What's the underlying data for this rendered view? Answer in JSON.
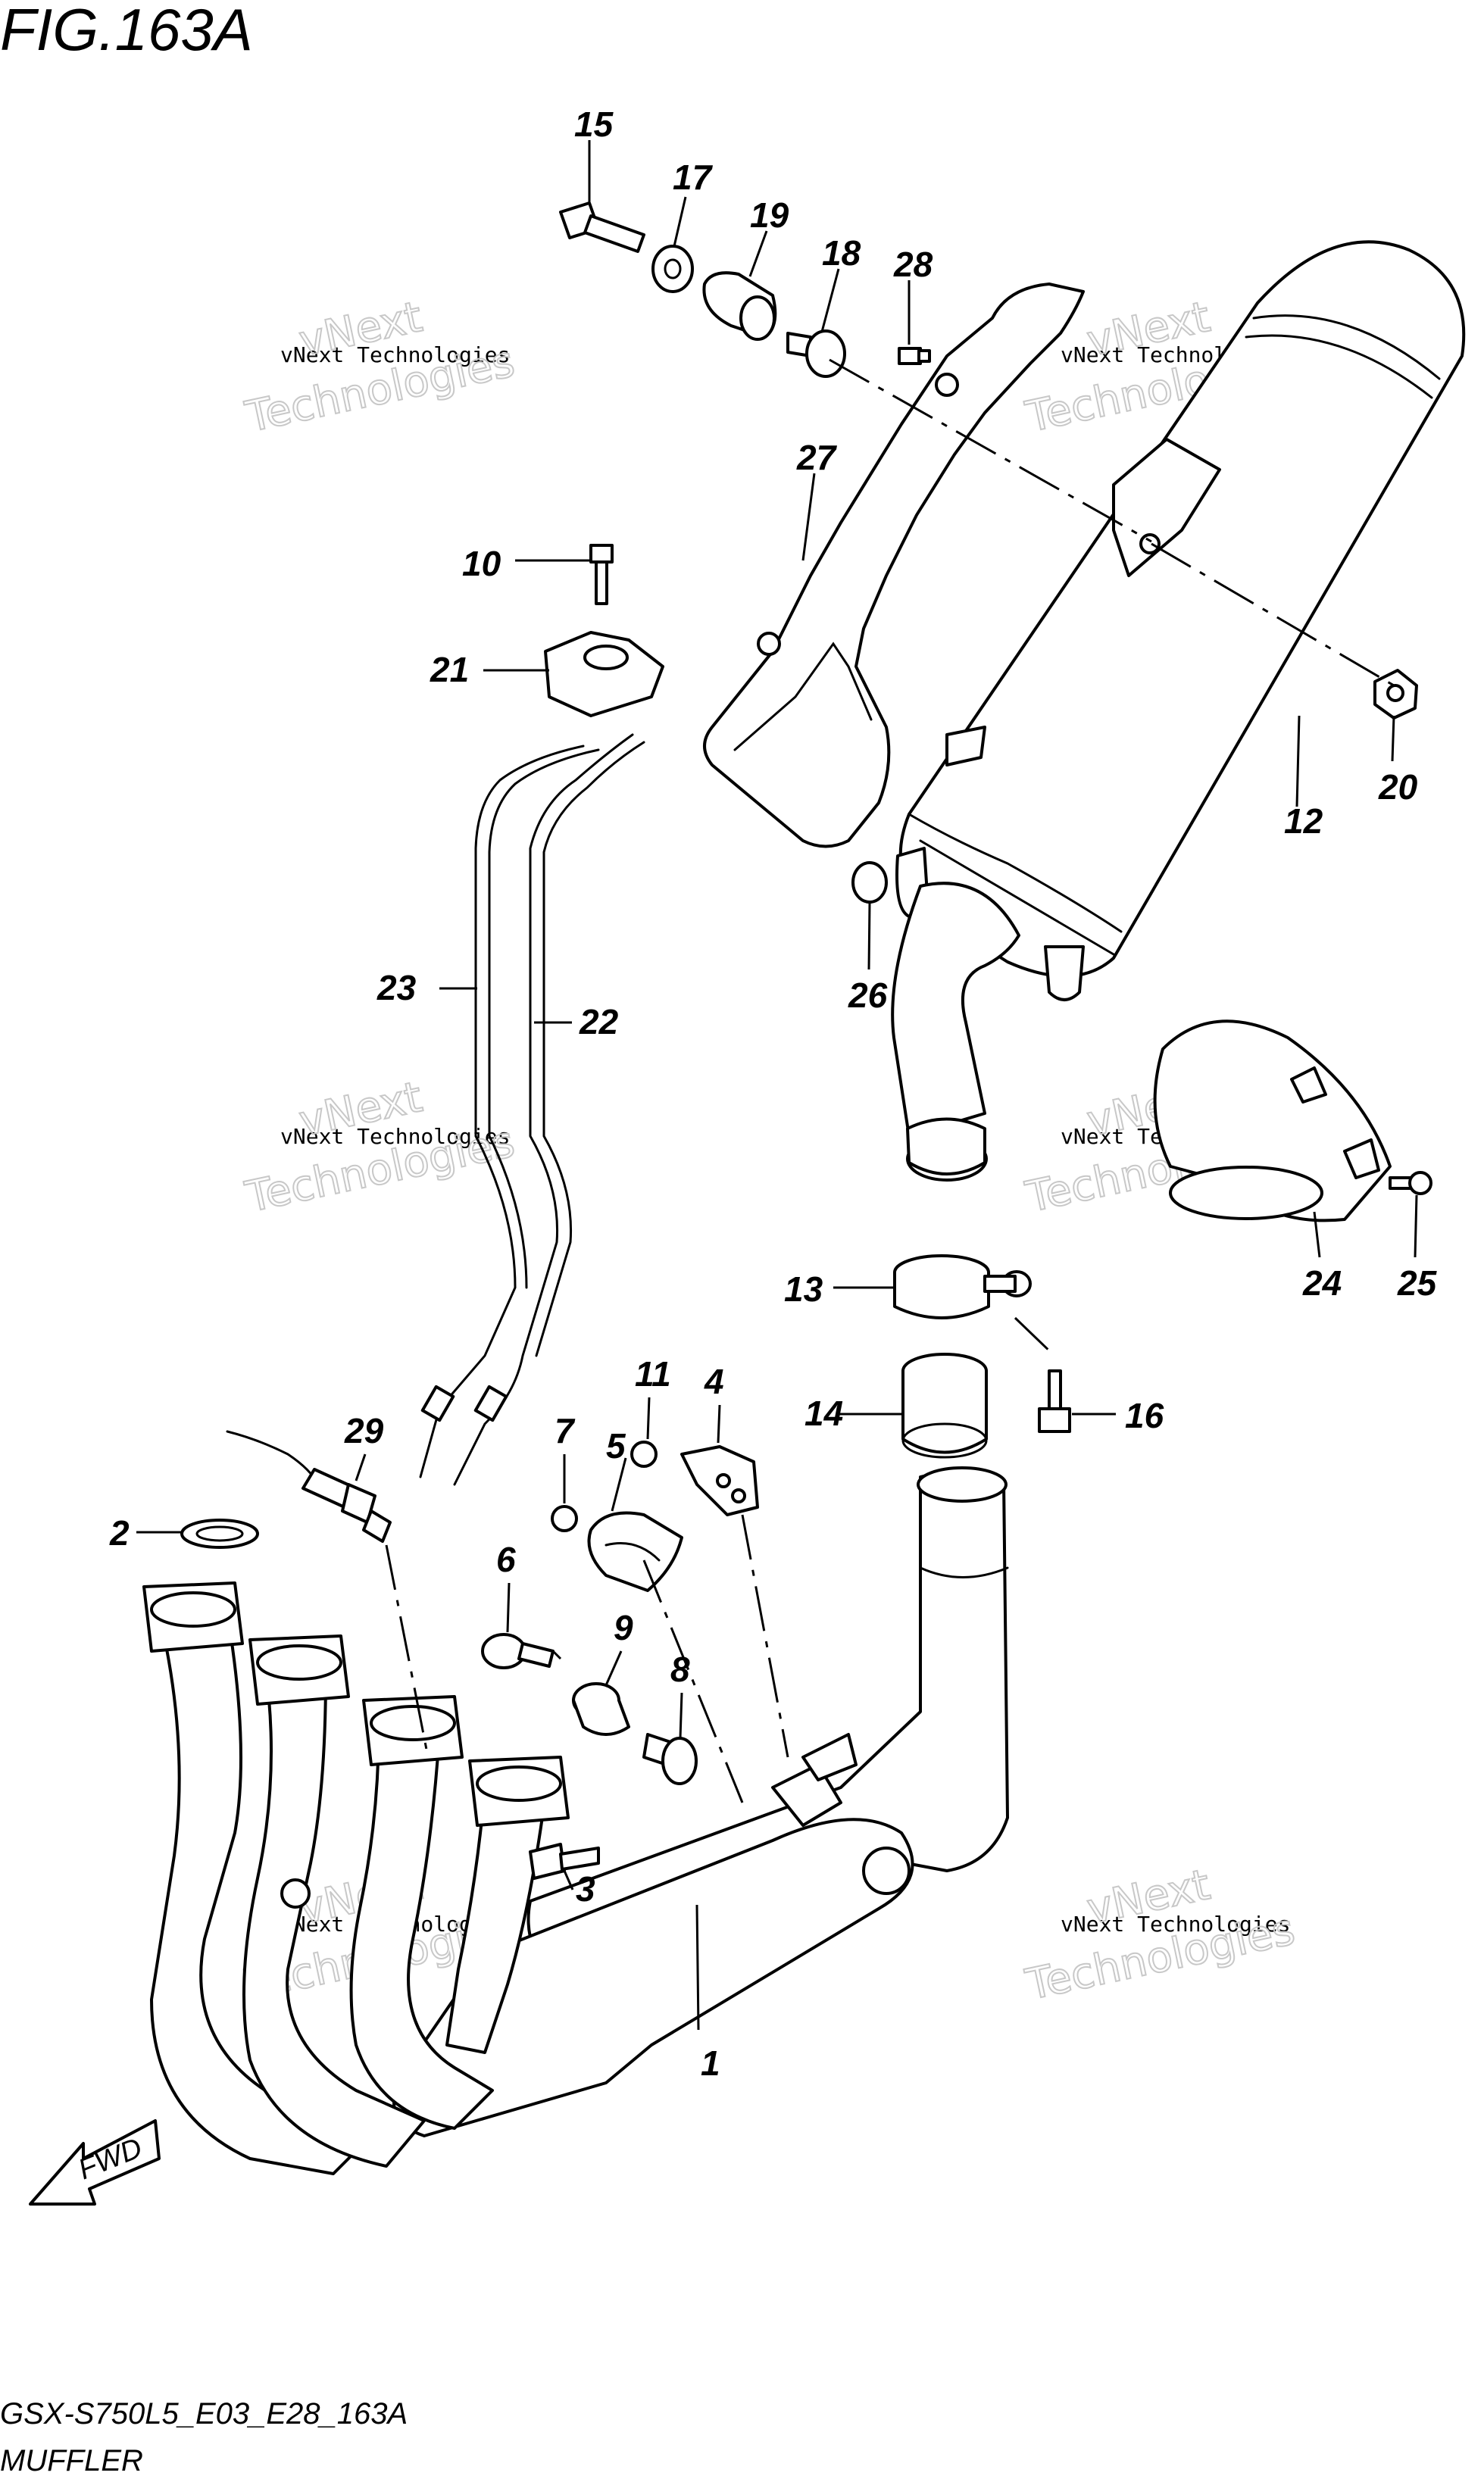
{
  "figure": {
    "title": "FIG.163A",
    "code": "GSX-S750L5_E03_E28_163A",
    "caption": "MUFFLER",
    "fwd_label": "FWD"
  },
  "watermark": {
    "line1": "vNext Technologies",
    "line2": "vNext",
    "line3": "Technologies"
  },
  "callouts": {
    "p1": "1",
    "p2": "2",
    "p3": "3",
    "p4": "4",
    "p5": "5",
    "p6": "6",
    "p7": "7",
    "p8": "8",
    "p9": "9",
    "p10": "10",
    "p11": "11",
    "p12": "12",
    "p13": "13",
    "p14": "14",
    "p15": "15",
    "p16": "16",
    "p17": "17",
    "p18": "18",
    "p19": "19",
    "p20": "20",
    "p21": "21",
    "p22": "22",
    "p23": "23",
    "p24": "24",
    "p25": "25",
    "p26": "26",
    "p27": "27",
    "p28": "28",
    "p29": "29"
  }
}
